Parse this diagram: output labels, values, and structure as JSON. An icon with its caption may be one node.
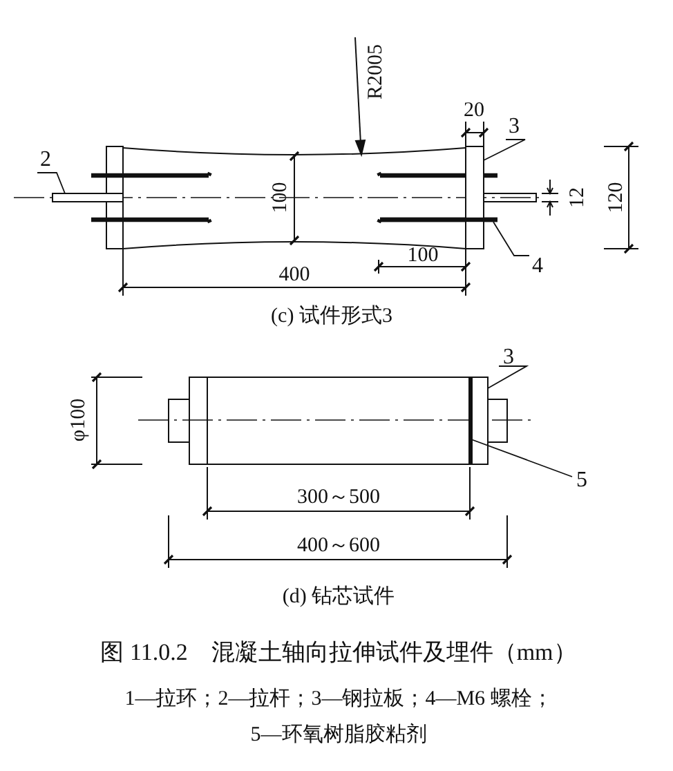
{
  "diagram": {
    "caption": "图 11.0.2　混凝土轴向拉伸试件及埋件（mm）",
    "nodes": [
      {
        "text": [
          "2"
        ]
      },
      {
        "text": [
          "3"
        ]
      },
      {
        "text": [
          "4"
        ]
      },
      {
        "text": [
          "3"
        ]
      },
      {
        "text": [
          "5"
        ]
      },
      {
        "text": [],
        "shape": "bar"
      },
      {
        "text": [],
        "shape": "box"
      },
      {
        "text": [],
        "shape": "bar"
      },
      {
        "text": [],
        "shape": "box"
      },
      {
        "text": [],
        "shape": "bar"
      }
    ],
    "edges": [
      {
        "from": 0,
        "to": 5,
        "arrow": "none"
      },
      {
        "from": 1,
        "to": 6,
        "arrow": "none"
      },
      {
        "from": 2,
        "to": 7,
        "arrow": "none"
      },
      {
        "from": 3,
        "to": 8,
        "arrow": "none"
      },
      {
        "from": 4,
        "to": 9,
        "arrow": "none"
      }
    ],
    "labels": [
      "R2005",
      "20",
      "100",
      "12",
      "120",
      "100",
      "400",
      "(c) 试件形式3",
      "φ100",
      "300～500",
      "400～600",
      "(d) 钻芯试件",
      "1—拉环；2—拉杆；3—钢拉板；4—M6 螺栓；5—环氧树脂胶粘剂"
    ]
  }
}
